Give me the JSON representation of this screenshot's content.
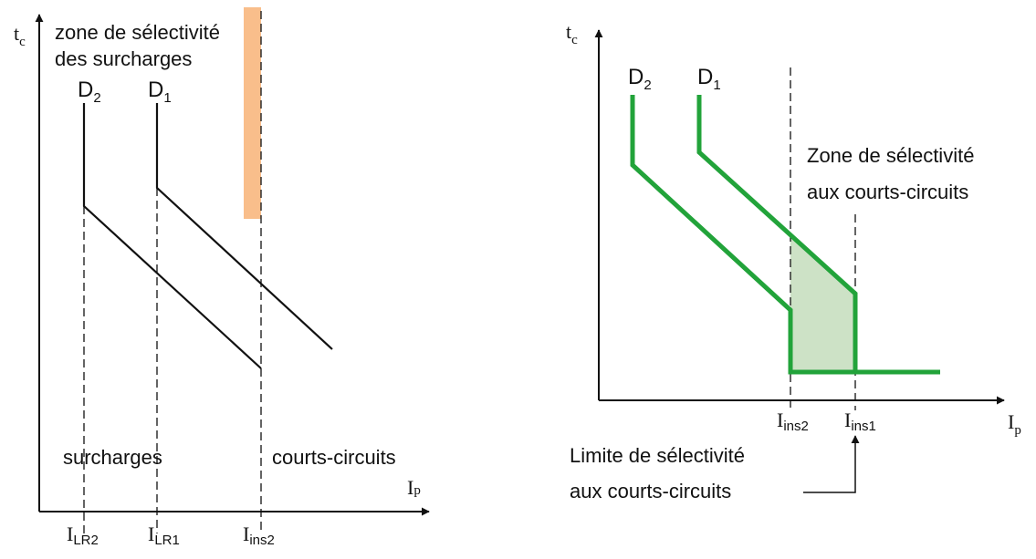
{
  "colors": {
    "curve_left": "#111111",
    "curve_right": "#22a33a",
    "zone_overload": "#f9be8b",
    "zone_shortcircuit": "#cde2c6",
    "text": "#111111"
  },
  "left_diagram": {
    "y_axis": {
      "main": "t",
      "sub": "c"
    },
    "x_axis": {
      "main": "I",
      "sub": "p"
    },
    "title_line1": "zone de sélectivité",
    "title_line2": "des surcharges",
    "curve_labels": [
      {
        "main": "D",
        "sub": "2"
      },
      {
        "main": "D",
        "sub": "1"
      }
    ],
    "region_left": "surcharges",
    "region_right": "courts-circuits",
    "ticks": [
      {
        "main": "I",
        "sub": "LR2"
      },
      {
        "main": "I",
        "sub": "LR1"
      },
      {
        "main": "I",
        "sub": "ins2"
      }
    ]
  },
  "right_diagram": {
    "y_axis": {
      "main": "t",
      "sub": "c"
    },
    "x_axis": {
      "main": "I",
      "sub": "p"
    },
    "curve_labels": [
      {
        "main": "D",
        "sub": "2"
      },
      {
        "main": "D",
        "sub": "1"
      }
    ],
    "zone_label_line1": "Zone de sélectivité",
    "zone_label_line2": "aux courts-circuits",
    "ticks": [
      {
        "main": "I",
        "sub": "ins2"
      },
      {
        "main": "I",
        "sub": "ins1"
      }
    ],
    "limit_label_line1": "Limite de sélectivité",
    "limit_label_line2": "aux courts-circuits"
  }
}
